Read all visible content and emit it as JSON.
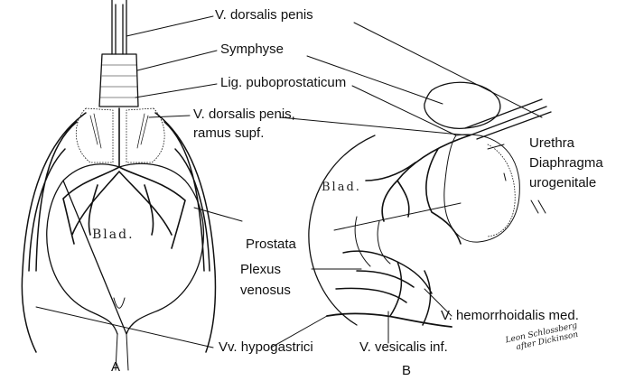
{
  "labels": {
    "v_dorsalis_penis": "V. dorsalis penis",
    "symphyse": "Symphyse",
    "lig_puboprostaticum": "Lig. puboprostaticum",
    "v_dorsalis_penis_ramus_1": "V. dorsalis penis,",
    "v_dorsalis_penis_ramus_2": "ramus supf.",
    "urethra": "Urethra",
    "diaphragma_1": "Diaphragma",
    "diaphragma_2": "urogenitale",
    "prostata": "Prostata",
    "plexus_1": "Plexus",
    "plexus_2": "venosus",
    "v_hemorrhoidalis": "V. hemorrhoidalis med.",
    "vv_hypogastrici": "Vv. hypogastrici",
    "v_vesicalis": "V. vesicalis inf."
  },
  "figure_a": {
    "panel_label": "A",
    "organ_label": "Blad."
  },
  "figure_b": {
    "panel_label": "B",
    "organ_label": "Blad."
  },
  "signature": {
    "line1": "Leon Schlossberg",
    "line2": "after Dickinson"
  },
  "colors": {
    "ink": "#111111",
    "paper": "#ffffff"
  }
}
